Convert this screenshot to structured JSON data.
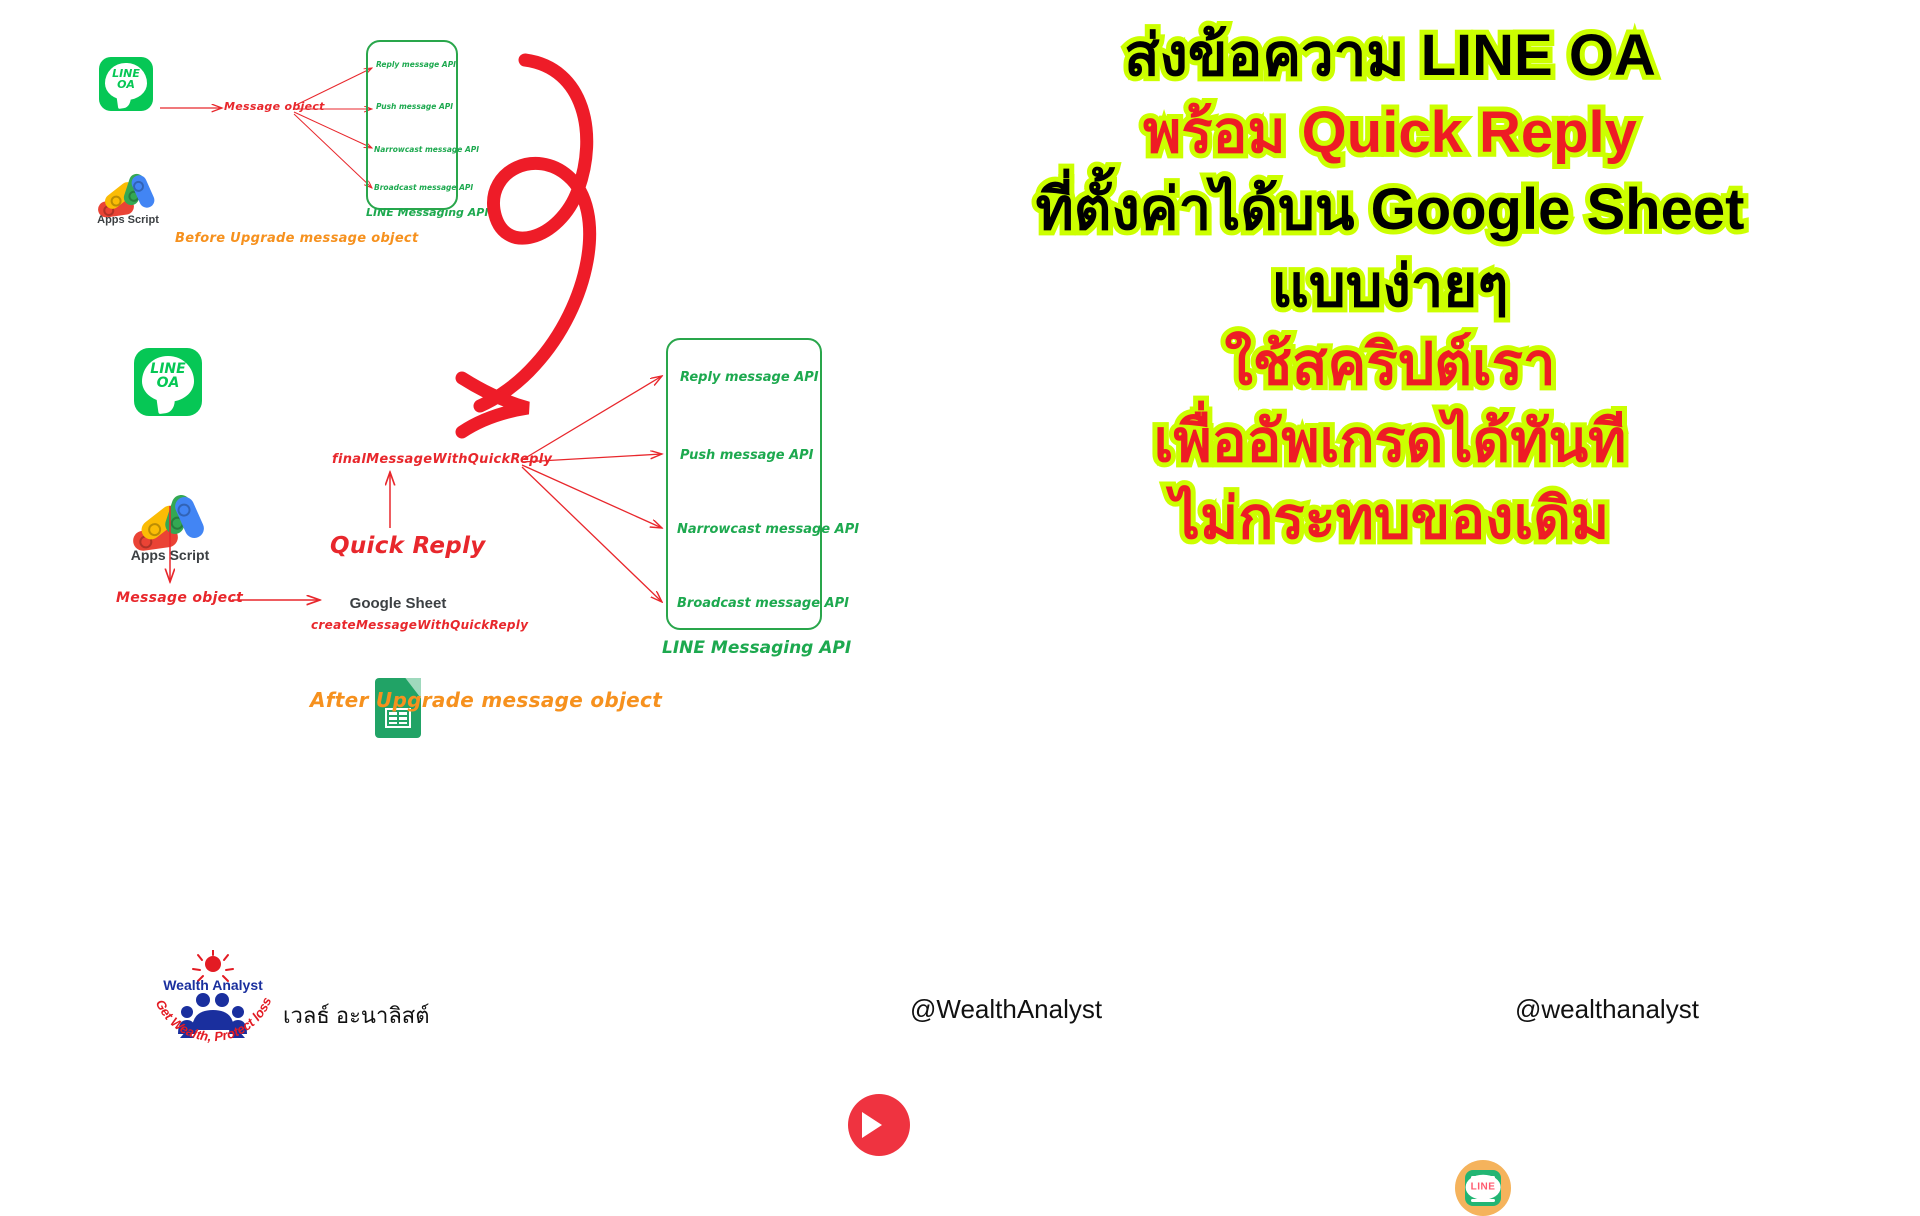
{
  "headline": {
    "lines": [
      {
        "text": "ส่งข้อความ LINE OA",
        "color": "black"
      },
      {
        "text": "พร้อม Quick Reply",
        "color": "red"
      },
      {
        "text": "ที่ตั้งค่าได้บน Google Sheet",
        "color": "black"
      },
      {
        "text": "แบบง่ายๆ",
        "color": "black"
      },
      {
        "text": "ใช้สคริปต์เรา",
        "color": "red"
      },
      {
        "text": "เพื่ออัพเกรดได้ทันที",
        "color": "red"
      },
      {
        "text": "ไม่กระทบของเดิม",
        "color": "red"
      }
    ],
    "outline_color": "#ccff00",
    "black_color": "#000000",
    "red_color": "#ee1c25"
  },
  "diagram_before": {
    "caption": "Before Upgrade message object",
    "caption_color": "#f6911e",
    "line_oa_label": "LINE\nOA",
    "apps_script_label": "Apps Script",
    "arrow_label": "Message object",
    "arrow_label_color": "#e8272c",
    "api_box_caption": "LINE Messaging API",
    "api_items": [
      "Reply message API",
      "Push message API",
      "Narrowcast message API",
      "Broadcast message API"
    ],
    "api_color": "#1da94f"
  },
  "diagram_after": {
    "caption": "After Upgrade message object",
    "caption_color": "#f6911e",
    "line_oa_label": "LINE\nOA",
    "apps_script_label": "Apps Script",
    "message_object_label": "Message object",
    "final_message_label": "finalMessageWithQuickReply",
    "quick_reply_label": "Quick Reply",
    "google_sheet_label": "Google Sheet",
    "create_function_label": "createMessageWithQuickReply",
    "api_box_caption": "LINE Messaging API",
    "api_items": [
      "Reply message API",
      "Push message API",
      "Narrowcast message API",
      "Broadcast message API"
    ],
    "api_color": "#1da94f"
  },
  "footer": {
    "brand": {
      "title": "Wealth Analyst",
      "tagline": "Get Wealth, Protect loss.",
      "name_thai": "เวลธ์ อะนาลิสต์"
    },
    "youtube_handle": "@WealthAnalyst",
    "line_handle": "@wealthanalyst",
    "line_badge_text": "LINE"
  }
}
